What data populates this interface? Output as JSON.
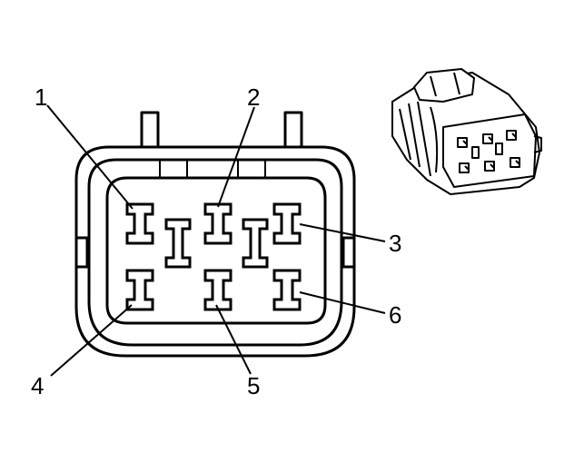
{
  "pin_labels": {
    "p1": "1",
    "p2": "2",
    "p3": "3",
    "p4": "4",
    "p5": "5",
    "p6": "6"
  }
}
